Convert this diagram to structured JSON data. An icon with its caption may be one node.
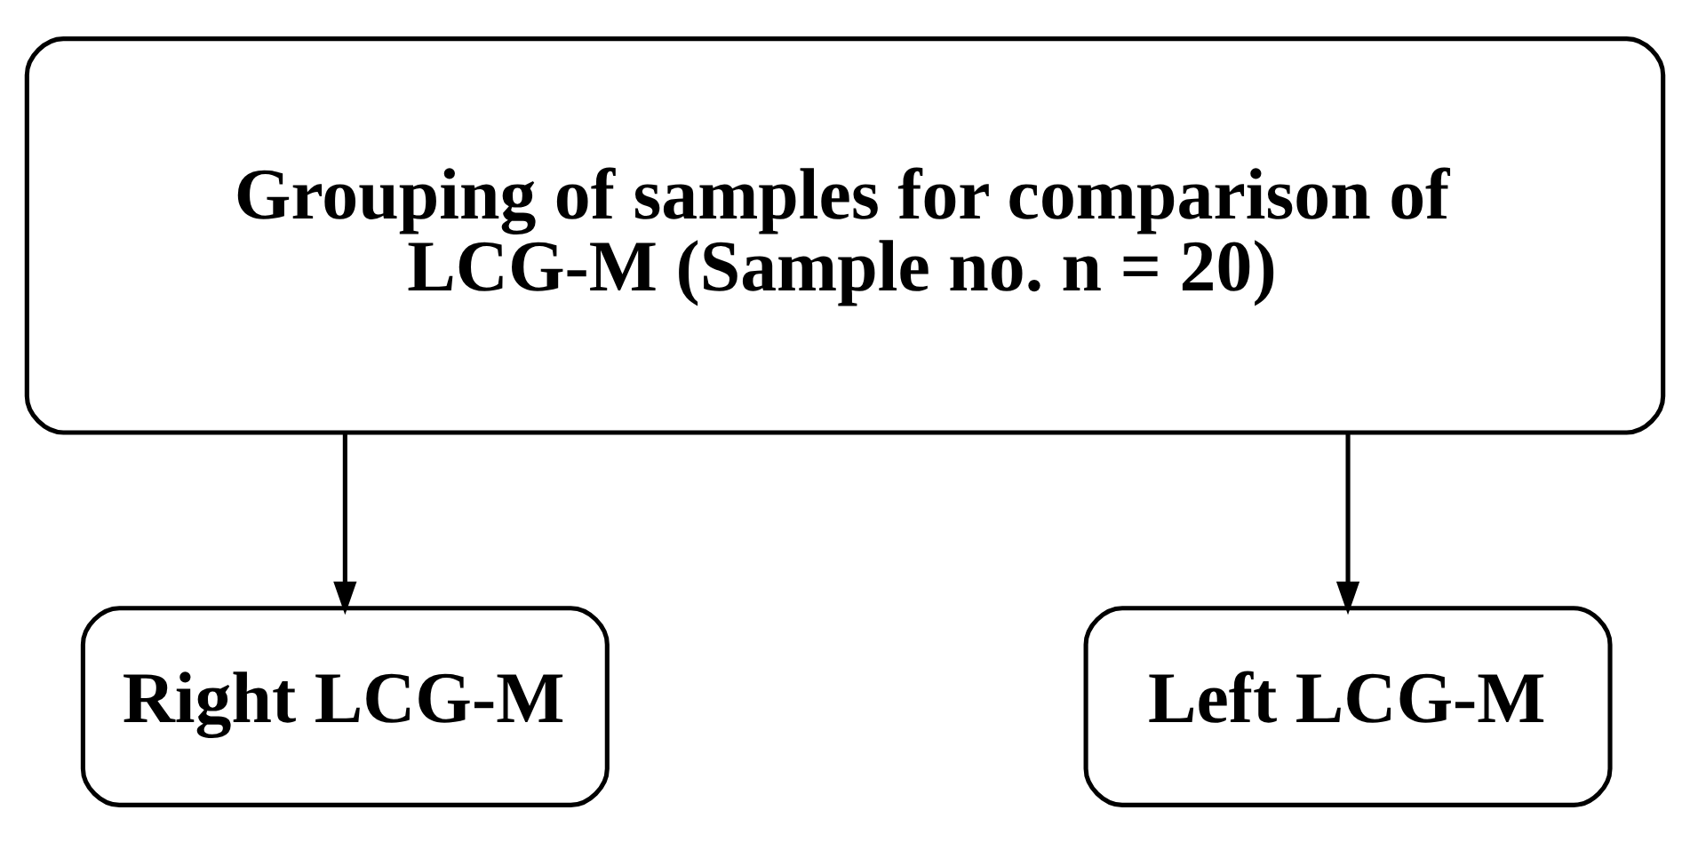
{
  "diagram": {
    "nodes": [
      {
        "text": [
          "Grouping of samples for comparison of LCG-M (Sample no. n = 20)"
        ]
      },
      {
        "text": [
          "Right LCG-M"
        ]
      },
      {
        "text": [
          "Left LCG-M"
        ]
      }
    ],
    "edges": [
      {
        "from": 0,
        "to": 1,
        "arrow": "to"
      },
      {
        "from": 0,
        "to": 2,
        "arrow": "to"
      }
    ]
  }
}
